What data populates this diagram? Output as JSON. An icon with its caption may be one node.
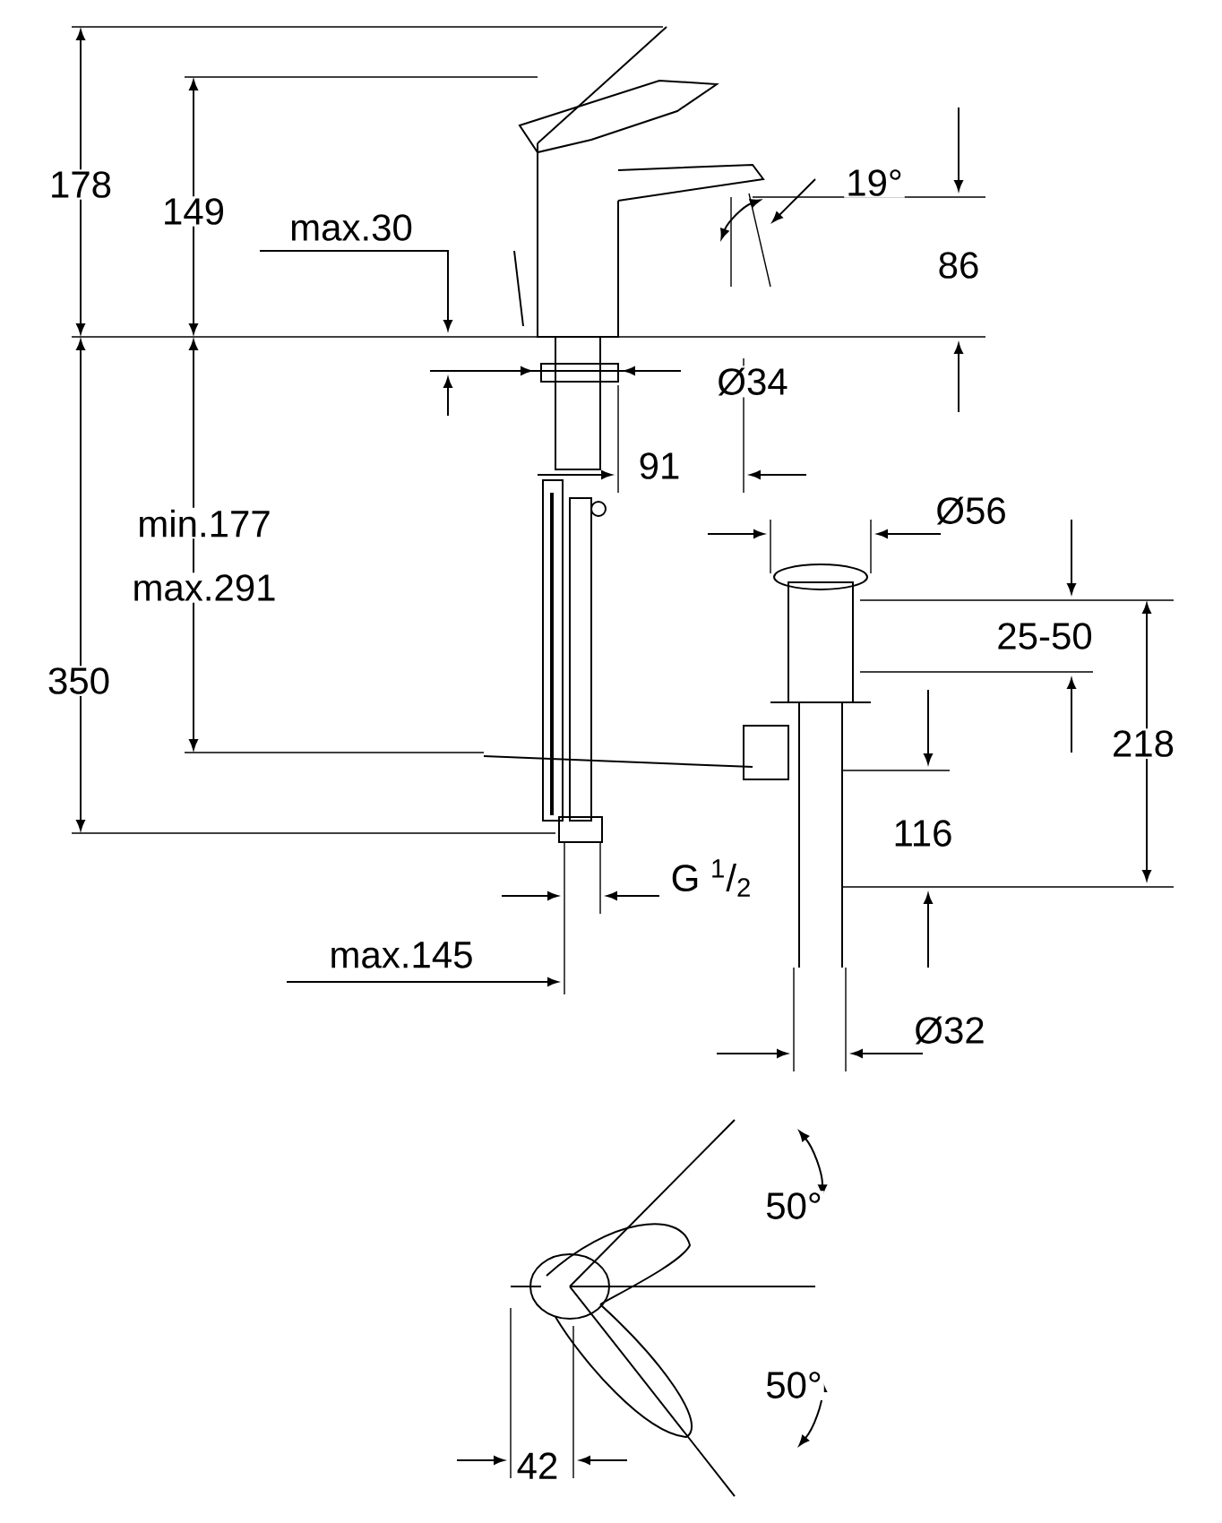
{
  "diagram": {
    "labels": [
      "178",
      "149",
      "max.30",
      "19°",
      "86",
      "Ø34",
      "91",
      "min.177",
      "max.291",
      "Ø56",
      "25-50",
      "350",
      "218",
      "116",
      "G $^{1}$/$_{2}$",
      "max.145",
      "Ø32",
      "50°",
      "50°",
      "42"
    ]
  }
}
